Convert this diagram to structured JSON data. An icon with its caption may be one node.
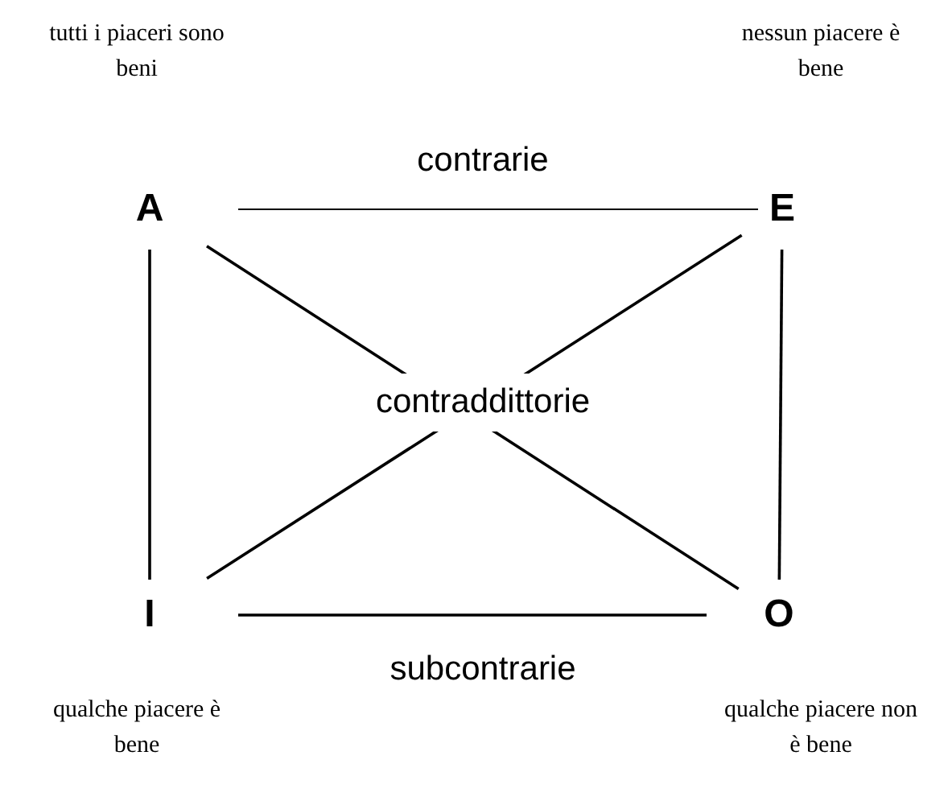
{
  "diagram": {
    "nodes": [
      {
        "text": [
          "A"
        ]
      },
      {
        "text": [
          "E"
        ]
      },
      {
        "text": [
          "I"
        ]
      },
      {
        "text": [
          "O"
        ]
      }
    ],
    "edges": [
      {
        "from": 0,
        "to": 1,
        "arrow": "none",
        "label": "contrarie"
      },
      {
        "from": 0,
        "to": 2,
        "arrow": "none"
      },
      {
        "from": 1,
        "to": 3,
        "arrow": "none"
      },
      {
        "from": 2,
        "to": 3,
        "arrow": "none",
        "label": "subcontrarie"
      },
      {
        "from": 0,
        "to": 3,
        "arrow": "none",
        "label": "contraddittorie"
      },
      {
        "from": 1,
        "to": 2,
        "arrow": "none"
      }
    ],
    "labels": [
      "tutti i piaceri sono beni",
      "nessun piacere è bene",
      "qualche piacere è bene",
      "qualche piacere non è bene"
    ]
  }
}
